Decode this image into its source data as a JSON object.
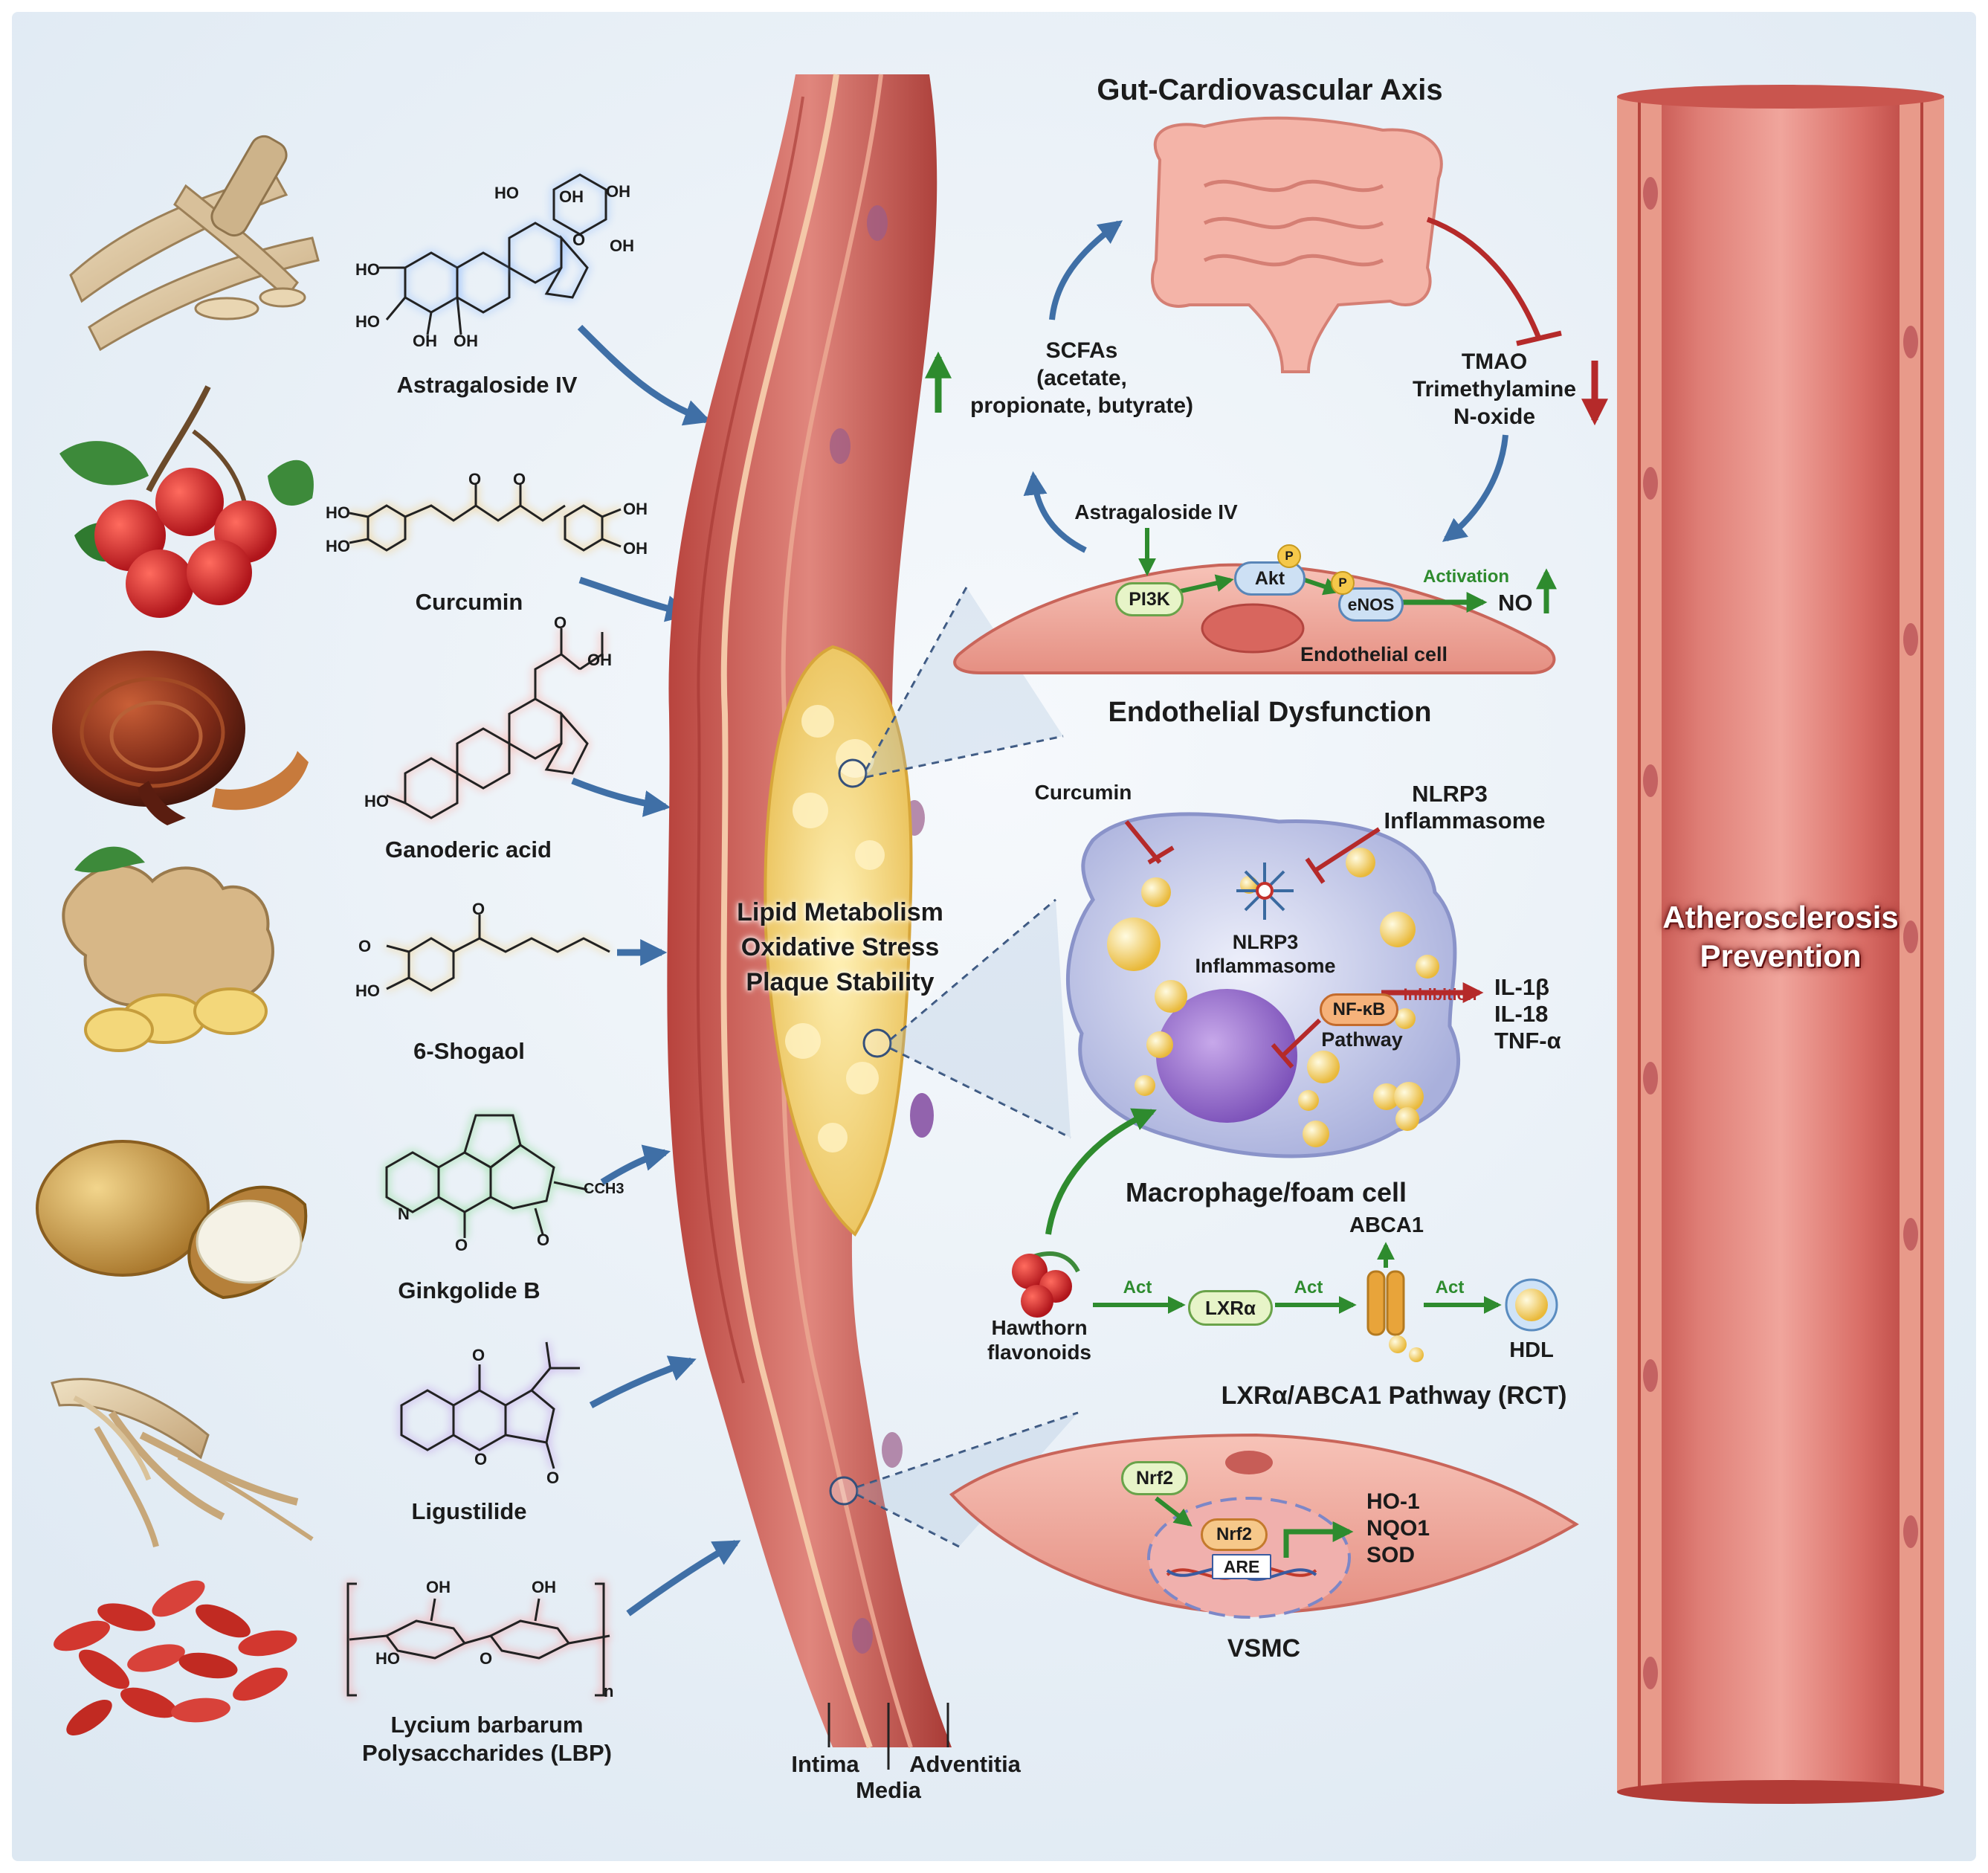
{
  "herbs": [
    {
      "id": "astragalus",
      "compound": "Astragaloside IV",
      "color": "#2f6fb7"
    },
    {
      "id": "hawthorn",
      "compound": "Curcumin",
      "color": "#d49a2a"
    },
    {
      "id": "reishi",
      "compound": "Ganoderic acid",
      "color": "#c9423a"
    },
    {
      "id": "ginger",
      "compound": "6-Shogaol",
      "color": "#c8a24a"
    },
    {
      "id": "ginkgo",
      "compound": "Ginkgolide B",
      "color": "#2e9a3a"
    },
    {
      "id": "ligusticum",
      "compound": "Ligustilide",
      "color": "#7b3fa0"
    },
    {
      "id": "goji",
      "compound_line1": "Lycium barbarum",
      "compound_line2": "Polysaccharides (LBP)",
      "color": "#d23a3a"
    }
  ],
  "structure_text": {
    "oh": "OH",
    "ho": "HO",
    "h": "H",
    "o": "O",
    "n": "N",
    "ch3": "CCH3",
    "poly_n": "n"
  },
  "vessel": {
    "plaque_line1": "Lipid Metabolism",
    "plaque_line2": "Oxidative Stress",
    "plaque_line3": "Plaque Stability",
    "layer_intima": "Intima",
    "layer_media": "Media",
    "layer_adventitia": "Adventitia"
  },
  "gut": {
    "title": "Gut-Cardiovascular Axis",
    "scfa_line1": "SCFAs",
    "scfa_line2": "(acetate,",
    "scfa_line3": "propionate, butyrate)",
    "tmao_line1": "TMAO",
    "tmao_line2": "Trimethylamine",
    "tmao_line3": "N-oxide"
  },
  "endothelial": {
    "input": "Astragaloside IV",
    "pi3k": "PI3K",
    "akt": "Akt",
    "enos": "eNOS",
    "p": "P",
    "activation": "Activation",
    "no": "NO",
    "cell_label": "Endothelial cell",
    "title": "Endothelial Dysfunction"
  },
  "macrophage": {
    "curcumin": "Curcumin",
    "nlrp3_top_line1": "NLRP3",
    "nlrp3_top_line2": "Inflammasome",
    "nlrp3_in_line1": "NLRP3",
    "nlrp3_in_line2": "Inflammasome",
    "nfkb": "NF-κB",
    "pathway": "Pathway",
    "inhibition": "Inhibition",
    "cyto1": "IL-1β",
    "cyto2": "IL-18",
    "cyto3": "TNF-α",
    "title": "Macrophage/foam cell"
  },
  "lxr": {
    "hawthorn_line1": "Hawthorn",
    "hawthorn_line2": "flavonoids",
    "act": "Act",
    "lxra": "LXRα",
    "abca1": "ABCA1",
    "hdl": "HDL",
    "title": "LXRα/ABCA1 Pathway (RCT)"
  },
  "vsmc": {
    "nrf2_outer": "Nrf2",
    "nrf2_inner": "Nrf2",
    "are": "ARE",
    "gene1": "HO-1",
    "gene2": "NQO1",
    "gene3": "SOD",
    "title": "VSMC"
  },
  "outcome": {
    "line1": "Atherosclerosis",
    "line2": "Prevention"
  },
  "colors": {
    "arrow_blue": "#3f6fa6",
    "activate_green": "#2e8b2e",
    "inhibit_red": "#b52a2a",
    "vessel_red": "#c4453f",
    "plaque_yellow": "#f2d37a",
    "bg_blue": "#e9f1f8"
  }
}
